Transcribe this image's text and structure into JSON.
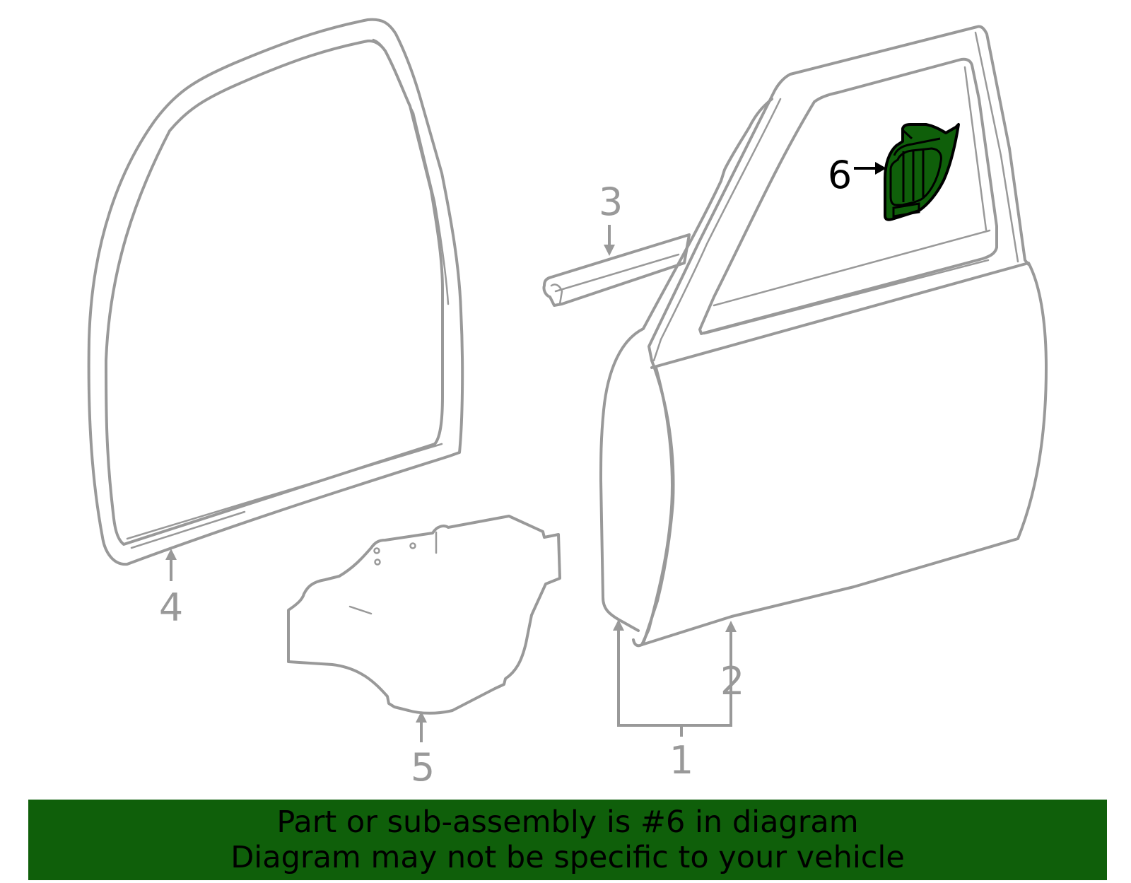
{
  "diagram": {
    "highlight_color": "#0f5f0a",
    "line_color": "#999999",
    "callouts": [
      {
        "id": "1",
        "label": "1"
      },
      {
        "id": "2",
        "label": "2"
      },
      {
        "id": "3",
        "label": "3"
      },
      {
        "id": "4",
        "label": "4"
      },
      {
        "id": "5",
        "label": "5"
      },
      {
        "id": "6",
        "label": "6",
        "highlighted": true
      }
    ]
  },
  "banner": {
    "background_color": "#0f5f0a",
    "line1": "Part or sub-assembly is #6 in diagram",
    "line2": "Diagram may not be specific to your vehicle"
  }
}
